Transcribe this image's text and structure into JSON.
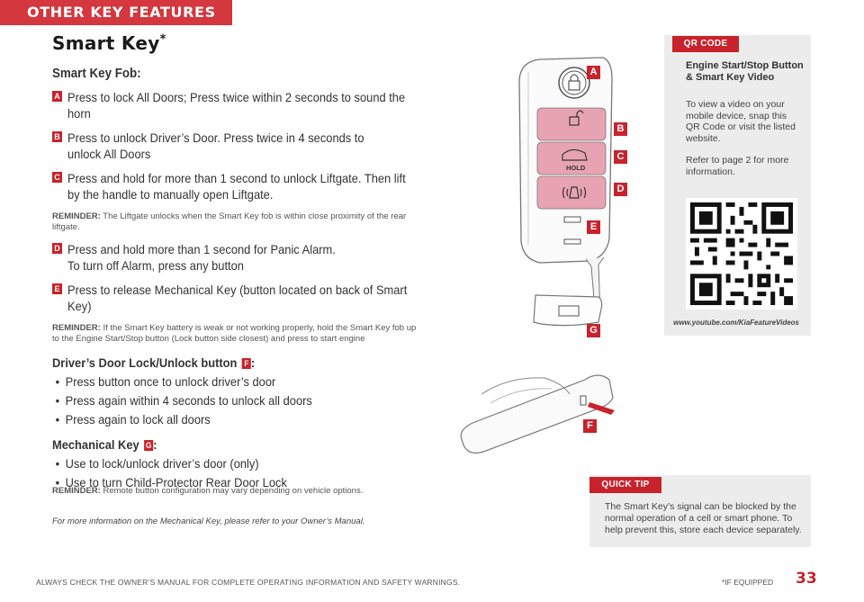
{
  "section_banner": "OTHER KEY FEATURES",
  "title": "Smart Key",
  "title_mark": "*",
  "fob_heading": "Smart Key Fob:",
  "items_top": [
    {
      "badge": "A",
      "text": "Press to lock All Doors; Press twice within 2 seconds to sound the horn"
    },
    {
      "badge": "B",
      "text": "Press to unlock Driver’s Door. Press twice in 4 seconds to unlock All Doors"
    },
    {
      "badge": "C",
      "text": "Press and hold for more than 1 second to unlock Liftgate. Then lift by the handle to manually open Liftgate."
    }
  ],
  "reminder1": {
    "label": "REMINDER:",
    "text": " The Liftgate unlocks when the Smart Key fob is within close proximity of the rear liftgate."
  },
  "items_mid": [
    {
      "badge": "D",
      "text": "Press and hold more than 1 second for Panic Alarm. To turn off Alarm, press any button"
    },
    {
      "badge": "E",
      "text": "Press to release Mechanical Key (button located on back of Smart Key)"
    }
  ],
  "reminder2": {
    "label": "REMINDER:",
    "text": " If the Smart Key battery is weak or not working properly, hold the Smart Key fob up to the Engine Start/Stop button (Lock button side closest) and press to start engine"
  },
  "door_heading": {
    "text": "Driver’s Door Lock/Unlock button",
    "badge": "F",
    "suffix": ":"
  },
  "door_bullets": [
    "Press button once to unlock driver’s door",
    "Press again within 4 seconds to unlock all doors",
    "Press again to lock all doors"
  ],
  "mech_heading": {
    "text": "Mechanical Key",
    "badge": "G",
    "suffix": ":"
  },
  "mech_bullets": [
    "Use to lock/unlock driver’s door (only)",
    "Use to turn Child-Protector Rear Door Lock"
  ],
  "reminder3": {
    "label": "REMINDER:",
    "text": " Remote button configuration may vary depending on vehicle options."
  },
  "italic_note": "For more information on the Mechanical Key, please refer to your Owner’s Manual.",
  "qr": {
    "tab": "QR CODE",
    "title": "Engine Start/Stop Button & Smart Key Video",
    "body": "To view a video on your mobile device, snap this QR Code or visit the listed website.",
    "body2": "Refer to page 2 for more information.",
    "url": "www.youtube.com/KiaFeatureVideos"
  },
  "tip": {
    "tab": "QUICK TIP",
    "text": "The Smart Key’s signal can be blocked by the normal operation of a cell or smart phone. To help prevent this, store each device separately."
  },
  "illustration_labels": {
    "a": "A",
    "b": "B",
    "c": "C",
    "d": "D",
    "e": "E",
    "f": "F",
    "g": "G",
    "hold": "HOLD"
  },
  "footer": {
    "left": "ALWAYS CHECK THE OWNER’S MANUAL FOR COMPLETE OPERATING INFORMATION AND SAFETY WARNINGS.",
    "equipped": "*IF EQUIPPED",
    "page": "33"
  },
  "colors": {
    "accent": "#c8232c",
    "banner": "#d4373d",
    "panel": "#ececec",
    "fob_button": "#e8a3b3"
  }
}
